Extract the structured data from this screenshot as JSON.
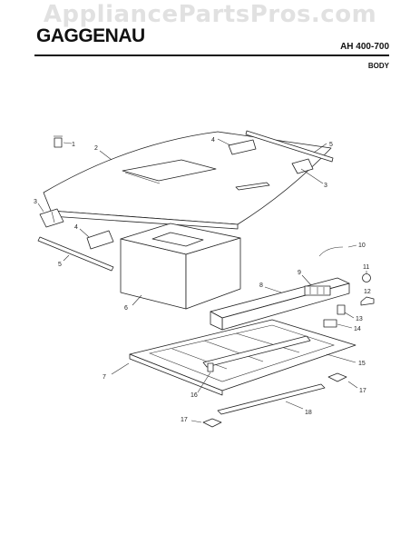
{
  "header": {
    "watermark": "AppliancePartsPros.com",
    "brand": "GAGGENAU",
    "model": "AH 400-700",
    "section": "BODY"
  },
  "callouts": [
    "1",
    "2",
    "3",
    "4",
    "5",
    "6",
    "7",
    "8",
    "9",
    "10",
    "11",
    "12",
    "13",
    "14",
    "15",
    "16",
    "17",
    "18"
  ]
}
